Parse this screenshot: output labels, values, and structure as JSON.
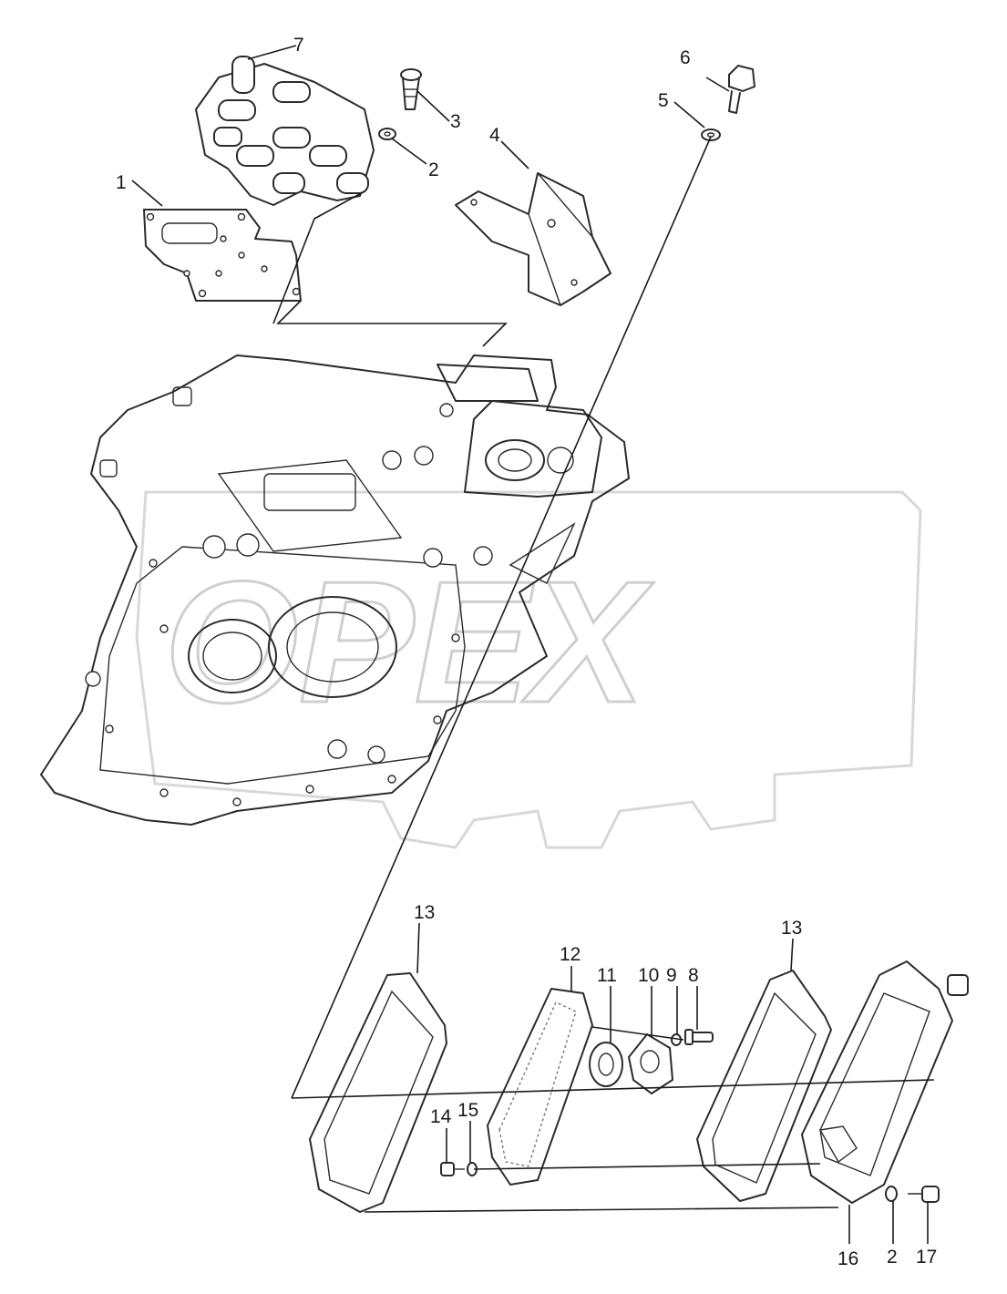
{
  "diagram": {
    "watermark_text": "OPEX",
    "callouts": [
      {
        "id": "c1",
        "label": "1"
      },
      {
        "id": "c2a",
        "label": "2"
      },
      {
        "id": "c3",
        "label": "3"
      },
      {
        "id": "c4",
        "label": "4"
      },
      {
        "id": "c5",
        "label": "5"
      },
      {
        "id": "c6",
        "label": "6"
      },
      {
        "id": "c7",
        "label": "7"
      },
      {
        "id": "c13a",
        "label": "13"
      },
      {
        "id": "c12",
        "label": "12"
      },
      {
        "id": "c11",
        "label": "11"
      },
      {
        "id": "c10",
        "label": "10"
      },
      {
        "id": "c9",
        "label": "9"
      },
      {
        "id": "c8",
        "label": "8"
      },
      {
        "id": "c13b",
        "label": "13"
      },
      {
        "id": "c14",
        "label": "14"
      },
      {
        "id": "c15",
        "label": "15"
      },
      {
        "id": "c16",
        "label": "16"
      },
      {
        "id": "c2b",
        "label": "2"
      },
      {
        "id": "c17",
        "label": "17"
      }
    ],
    "parts": [
      {
        "id": "valve-block",
        "icon": "valve-block-icon"
      },
      {
        "id": "gasket-plate",
        "icon": "gasket-icon"
      },
      {
        "id": "bracket",
        "icon": "bracket-icon"
      },
      {
        "id": "gearbox-housing",
        "icon": "housing-icon"
      },
      {
        "id": "oil-pan-gasket",
        "icon": "gasket-icon"
      },
      {
        "id": "strainer",
        "icon": "filter-icon"
      },
      {
        "id": "oil-pan",
        "icon": "oil-pan-icon"
      },
      {
        "id": "bolt",
        "icon": "bolt-icon"
      },
      {
        "id": "washer",
        "icon": "washer-icon"
      }
    ]
  }
}
